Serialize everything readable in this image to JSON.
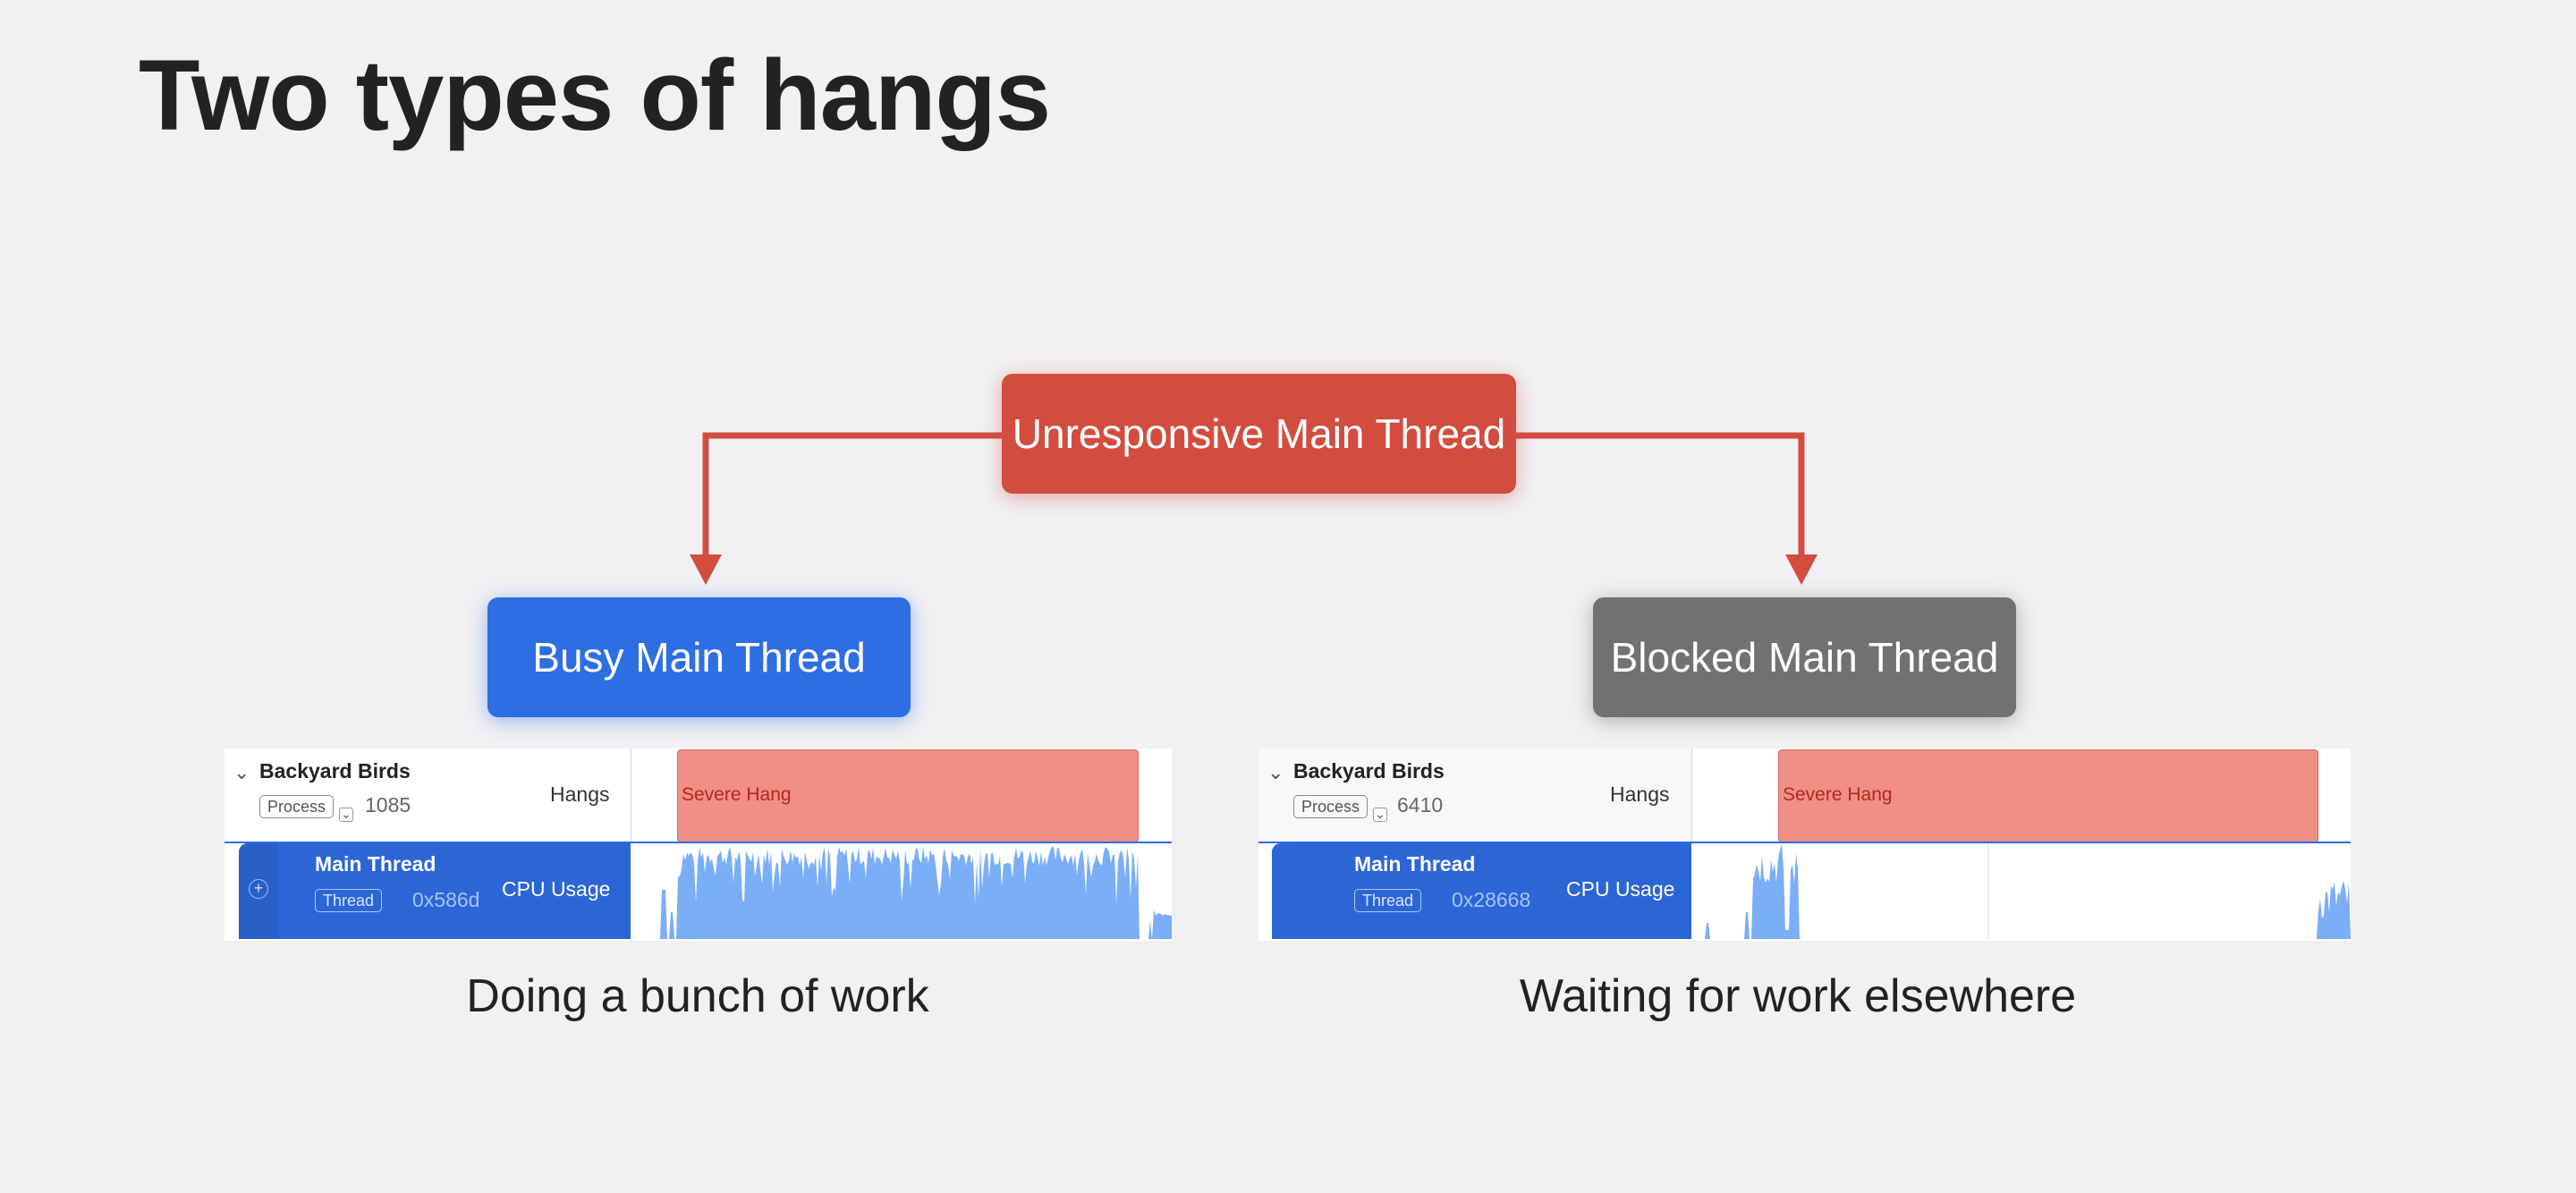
{
  "title": "Two types of hangs",
  "colors": {
    "background": "#f1f1f3",
    "unresponsive": "#d24d3f",
    "busy": "#2d6ee3",
    "blocked": "#717173",
    "connector": "#d24d3f",
    "severe_hang_fill": "#f08f86",
    "cpu_fill": "#7aaef7",
    "thread_row": "#2c66d6"
  },
  "diagram": {
    "root": {
      "label": "Unresponsive Main Thread"
    },
    "children": [
      {
        "label": "Busy Main Thread"
      },
      {
        "label": "Blocked Main Thread"
      }
    ],
    "edges": [
      {
        "from": "Unresponsive Main Thread",
        "to": "Busy Main Thread"
      },
      {
        "from": "Unresponsive Main Thread",
        "to": "Blocked Main Thread"
      }
    ]
  },
  "panels": [
    {
      "process_name": "Backyard Birds",
      "process_tag": "Process",
      "process_id": "1085",
      "hangs_label": "Hangs",
      "hang_label": "Severe Hang",
      "thread_name": "Main Thread",
      "thread_tag": "Thread",
      "thread_id": "0x586d",
      "cpu_label": "CPU Usage",
      "caption": "Doing a bunch of work"
    },
    {
      "process_name": "Backyard Birds",
      "process_tag": "Process",
      "process_id": "6410",
      "hangs_label": "Hangs",
      "hang_label": "Severe Hang",
      "thread_name": "Main Thread",
      "thread_tag": "Thread",
      "thread_id": "0x28668",
      "cpu_label": "CPU Usage",
      "caption": "Waiting for work elsewhere"
    }
  ],
  "icons": {
    "disclosure": "chevron-down-icon",
    "thread_row": "plus-circle-icon"
  }
}
